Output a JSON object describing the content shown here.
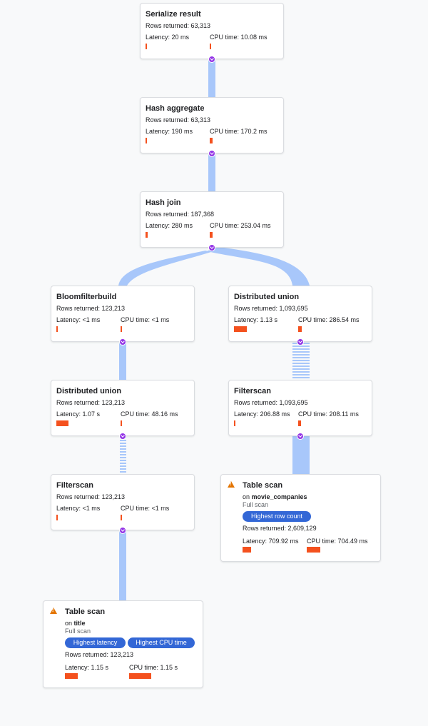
{
  "labels": {
    "rows_prefix": "Rows returned: ",
    "latency_prefix": "Latency: ",
    "cpu_prefix": "CPU time: ",
    "on_prefix": "on "
  },
  "nodes": [
    {
      "title": "Serialize result",
      "rows": "63,313",
      "latency": "20 ms",
      "cpu": "10.08 ms",
      "latency_bar_fraction": 0.03,
      "cpu_bar_fraction": 0.03
    },
    {
      "title": "Hash aggregate",
      "rows": "63,313",
      "latency": "190 ms",
      "cpu": "170.2 ms",
      "latency_bar_fraction": 0.05,
      "cpu_bar_fraction": 0.1
    },
    {
      "title": "Hash join",
      "rows": "187,368",
      "latency": "280 ms",
      "cpu": "253.04 ms",
      "latency_bar_fraction": 0.08,
      "cpu_bar_fraction": 0.12
    },
    {
      "title": "Bloomfilterbuild",
      "rows": "123,213",
      "latency": "<1 ms",
      "cpu": "<1 ms",
      "latency_bar_fraction": 0.01,
      "cpu_bar_fraction": 0.01
    },
    {
      "title": "Distributed union",
      "rows": "1,093,695",
      "latency": "1.13 s",
      "cpu": "286.54 ms",
      "latency_bar_fraction": 0.5,
      "cpu_bar_fraction": 0.14
    },
    {
      "title": "Distributed union",
      "rows": "123,213",
      "latency": "1.07 s",
      "cpu": "48.16 ms",
      "latency_bar_fraction": 0.47,
      "cpu_bar_fraction": 0.04
    },
    {
      "title": "Filterscan",
      "rows": "1,093,695",
      "latency": "206.88 ms",
      "cpu": "208.11 ms",
      "latency_bar_fraction": 0.06,
      "cpu_bar_fraction": 0.1
    },
    {
      "title": "Filterscan",
      "rows": "123,213",
      "latency": "<1 ms",
      "cpu": "<1 ms",
      "latency_bar_fraction": 0.01,
      "cpu_bar_fraction": 0.01
    },
    {
      "title": "Table scan",
      "table": "movie_companies",
      "scan_type": "Full scan",
      "badges": [
        "Highest row count"
      ],
      "rows": "2,609,129",
      "latency": "709.92 ms",
      "cpu": "704.49 ms",
      "latency_bar_fraction": 0.33,
      "cpu_bar_fraction": 0.58
    },
    {
      "title": "Table scan",
      "table": "title",
      "scan_type": "Full scan",
      "badges": [
        "Highest latency",
        "Highest CPU time"
      ],
      "rows": "123,213",
      "latency": "1.15 s",
      "cpu": "1.15 s",
      "latency_bar_fraction": 0.5,
      "cpu_bar_fraction": 0.95
    }
  ],
  "colors": {
    "bar": "#f4511e",
    "edge": "#a8c7fa",
    "toggle": "#9334e6",
    "badge": "#3367d6",
    "warning": "#e37400"
  }
}
